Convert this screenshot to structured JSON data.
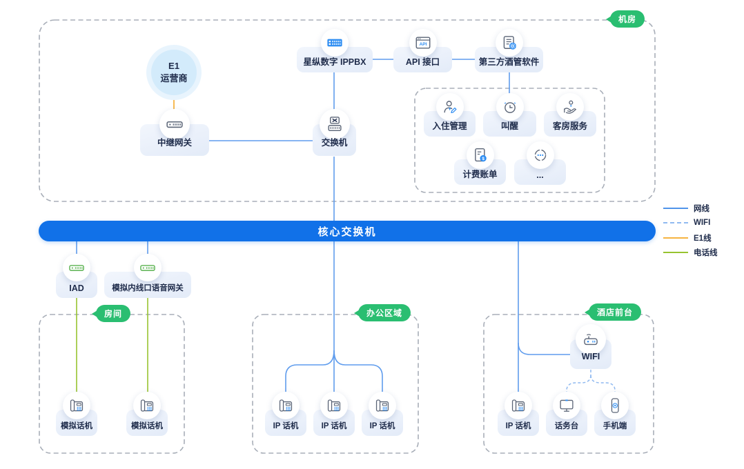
{
  "zones": {
    "machine_room": {
      "label": "机房"
    },
    "room": {
      "label": "房间"
    },
    "office": {
      "label": "办公区域"
    },
    "front_desk": {
      "label": "酒店前台"
    }
  },
  "core_switch": {
    "label": "核心交换机"
  },
  "legend": {
    "items": [
      {
        "label": "网线",
        "color": "#4f93ea",
        "style": "solid"
      },
      {
        "label": "WIFI",
        "color": "#8fb9f0",
        "style": "dashed"
      },
      {
        "label": "E1线",
        "color": "#f6b340",
        "style": "solid"
      },
      {
        "label": "电话线",
        "color": "#97c32f",
        "style": "solid"
      }
    ]
  },
  "nodes": {
    "e1_operator": {
      "line1": "E1",
      "line2": "运营商"
    },
    "trunk_gateway": {
      "label": "中继网关"
    },
    "ippbx": {
      "label": "星纵数字 IPPBX"
    },
    "api": {
      "label": "API 接口",
      "icon_text": "API"
    },
    "pms": {
      "label": "第三方酒管软件"
    },
    "check_in": {
      "label": "入住管理"
    },
    "wake_up": {
      "label": "叫醒"
    },
    "room_service": {
      "label": "客房服务"
    },
    "billing": {
      "label": "计费账单",
      "coin_text": "$"
    },
    "more": {
      "label": "..."
    },
    "switch": {
      "label": "交换机"
    },
    "iad": {
      "label": "IAD"
    },
    "analog_gateway": {
      "label": "模拟内线口语音网关"
    },
    "analog_phone_1": {
      "label": "模拟话机"
    },
    "analog_phone_2": {
      "label": "模拟话机"
    },
    "ip_phone_1": {
      "label": "IP 话机"
    },
    "ip_phone_2": {
      "label": "IP 话机"
    },
    "ip_phone_3": {
      "label": "IP 话机"
    },
    "wifi_ap": {
      "label": "WIFI"
    },
    "front_ip_phone": {
      "label": "IP 话机"
    },
    "console": {
      "label": "话务台"
    },
    "mobile": {
      "label": "手机端"
    }
  },
  "colors": {
    "banner_blue": "#1171e8",
    "badge_green": "#2abe71",
    "wire_blue": "#5f9ced",
    "wifi_dashed_blue": "#8fb9f0",
    "e1_orange": "#f6b340",
    "phone_line_green": "#97c32f",
    "text_navy": "#1e2b4a",
    "node_bg": "#e9f0fa",
    "e1_circle_fill": "#d3ebfb"
  },
  "icons": {
    "ippbx": "rack-server-icon",
    "api": "api-window-icon",
    "pms": "document-gear-icon",
    "check_in": "person-edit-icon",
    "wake_up": "alarm-clock-icon",
    "room_service": "hand-person-icon",
    "billing": "invoice-coin-icon",
    "more": "ellipsis-bubble-icon",
    "trunk_gateway": "router-icon",
    "switch": "switch-icon",
    "iad": "green-router-icon",
    "analog_gateway": "green-router-icon",
    "phones": "desk-phone-icon",
    "wifi": "wifi-router-icon",
    "console": "monitor-icon",
    "mobile": "smartphone-icon"
  }
}
